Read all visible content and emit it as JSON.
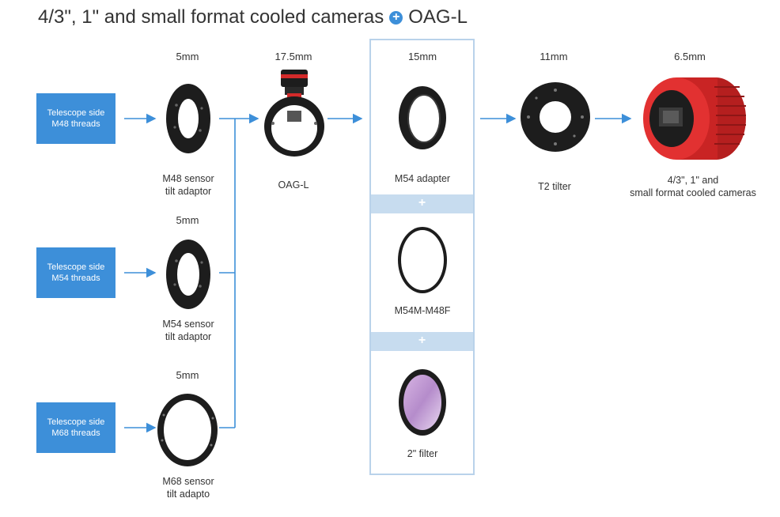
{
  "title": {
    "text": "4/3\", 1\" and small format cooled cameras",
    "suffix": "OAG-L",
    "plus": "+"
  },
  "telescope": [
    {
      "line1": "Telescope side",
      "line2": "M48 threads"
    },
    {
      "line1": "Telescope side",
      "line2": "M54 threads"
    },
    {
      "line1": "Telescope side",
      "line2": "M68 threads"
    }
  ],
  "adaptors": [
    {
      "mm": "5mm",
      "line1": "M48 sensor",
      "line2": "tilt adaptor"
    },
    {
      "mm": "5mm",
      "line1": "M54 sensor",
      "line2": "tilt adaptor"
    },
    {
      "mm": "5mm",
      "line1": "M68 sensor",
      "line2": "tilt adapto"
    }
  ],
  "oag": {
    "mm": "17.5mm",
    "label": "OAG-L"
  },
  "middle": {
    "mm": "15mm",
    "items": [
      {
        "label": "M54 adapter"
      },
      {
        "label": "M54M-M48F"
      },
      {
        "label": "2\" filter"
      }
    ],
    "plus": "+"
  },
  "tilter": {
    "mm": "11mm",
    "label": "T2 tilter"
  },
  "camera": {
    "mm": "6.5mm",
    "line1": "4/3\", 1\" and",
    "line2": "small format cooled cameras"
  },
  "colors": {
    "accent": "#3d8fd9",
    "band": "#c7dcef",
    "border": "#b9d2ea",
    "camera_red": "#d42a2a"
  }
}
